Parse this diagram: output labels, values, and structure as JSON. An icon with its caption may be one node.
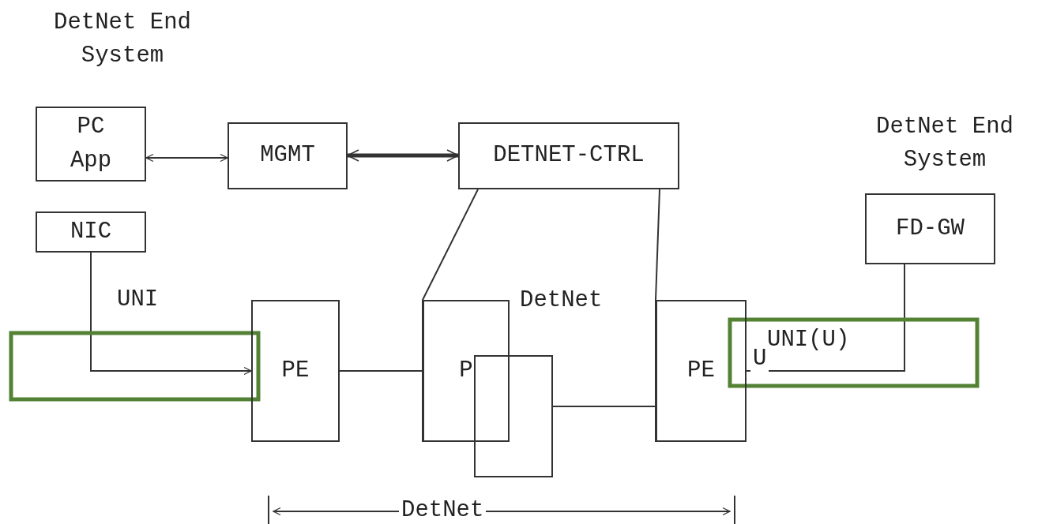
{
  "diagram": {
    "nodes": [
      {
        "text": [
          "DetNet End System"
        ]
      },
      {
        "text": [
          "PC App"
        ],
        "in": 0
      },
      {
        "text": [
          "NIC"
        ],
        "in": 0
      },
      {
        "text": [
          "MGMT"
        ]
      },
      {
        "text": [
          "DETNET-CTRL"
        ]
      },
      {
        "text": [
          "PE"
        ]
      },
      {
        "text": [
          "P"
        ]
      },
      {
        "text": [
          "PE"
        ]
      },
      {
        "text": [
          "DetNet End System"
        ]
      },
      {
        "text": [
          "FD-GW"
        ],
        "in": 8
      },
      {
        "text": [],
        "shape": "box"
      }
    ],
    "edges": [
      {
        "from": 1,
        "to": 3,
        "arrow": "both"
      },
      {
        "from": 3,
        "to": 4,
        "arrow": "both",
        "style": "thick"
      },
      {
        "from": 4,
        "to": 6,
        "arrow": "none"
      },
      {
        "from": 4,
        "to": 7,
        "arrow": "none"
      },
      {
        "from": 2,
        "to": 5,
        "arrow": "to",
        "label": "UNI"
      },
      {
        "from": 5,
        "to": 6,
        "arrow": "none"
      },
      {
        "from": 10,
        "to": 7,
        "arrow": "none"
      },
      {
        "from": 9,
        "to": 7,
        "arrow": "none",
        "label": "UNI(U)"
      }
    ],
    "labels": [
      "DetNet",
      "U",
      "DetNet"
    ]
  }
}
